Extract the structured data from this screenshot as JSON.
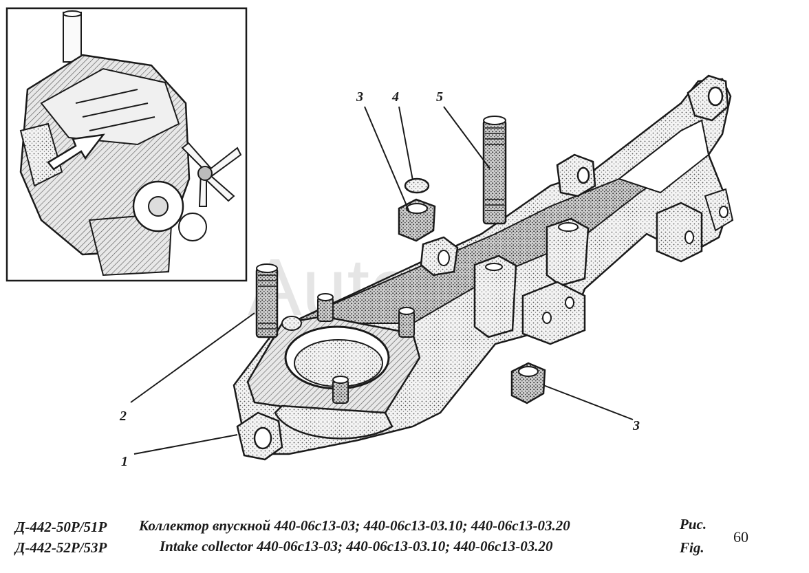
{
  "watermark": "Autosoft",
  "callouts": [
    {
      "label": "1"
    },
    {
      "label": "2"
    },
    {
      "label": "3"
    },
    {
      "label": "4"
    },
    {
      "label": "5"
    },
    {
      "label": "3"
    }
  ],
  "caption": {
    "model_ru": "Д-442-50Р/51Р",
    "model_en": "Д-442-52Р/53Р",
    "title_ru": "Коллектор впускной 440-06с13-03; 440-06с13-03.10; 440-06с13-03.20",
    "title_en": "Intake collector 440-06с13-03; 440-06с13-03.10; 440-06с13-03.20",
    "fig_ru": "Рис.",
    "fig_en": "Fig.",
    "fig_number": "60"
  },
  "colors": {
    "ink": "#1a1a1a",
    "stipple": "#9a9a9a"
  }
}
